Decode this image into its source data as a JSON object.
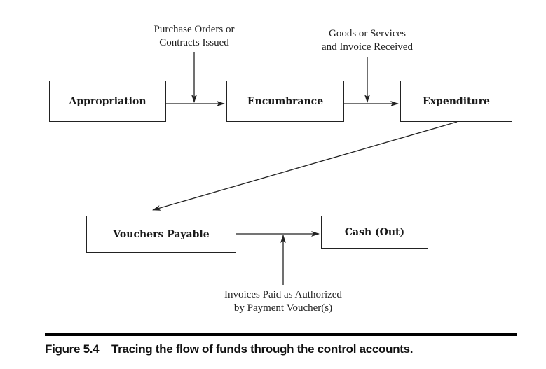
{
  "diagram": {
    "nodes": {
      "appropriation": "Appropriation",
      "encumbrance": "Encumbrance",
      "expenditure": "Expenditure",
      "vouchers_payable": "Vouchers Payable",
      "cash_out": "Cash (Out)"
    },
    "annotations": {
      "purchase_orders": [
        "Purchase Orders or",
        "Contracts Issued"
      ],
      "goods_received": [
        "Goods or Services",
        "and Invoice Received"
      ],
      "invoices_paid": [
        "Invoices Paid as Authorized",
        "by Payment Voucher(s)"
      ]
    },
    "edges": [
      {
        "from": "Appropriation",
        "to": "Encumbrance",
        "trigger": "Purchase Orders or Contracts Issued"
      },
      {
        "from": "Encumbrance",
        "to": "Expenditure",
        "trigger": "Goods or Services and Invoice Received"
      },
      {
        "from": "Expenditure",
        "to": "Vouchers Payable",
        "trigger": ""
      },
      {
        "from": "Vouchers Payable",
        "to": "Cash (Out)",
        "trigger": "Invoices Paid as Authorized by Payment Voucher(s)"
      }
    ]
  },
  "caption": {
    "label": "Figure 5.4",
    "text": "Tracing the flow of funds through the control accounts."
  }
}
